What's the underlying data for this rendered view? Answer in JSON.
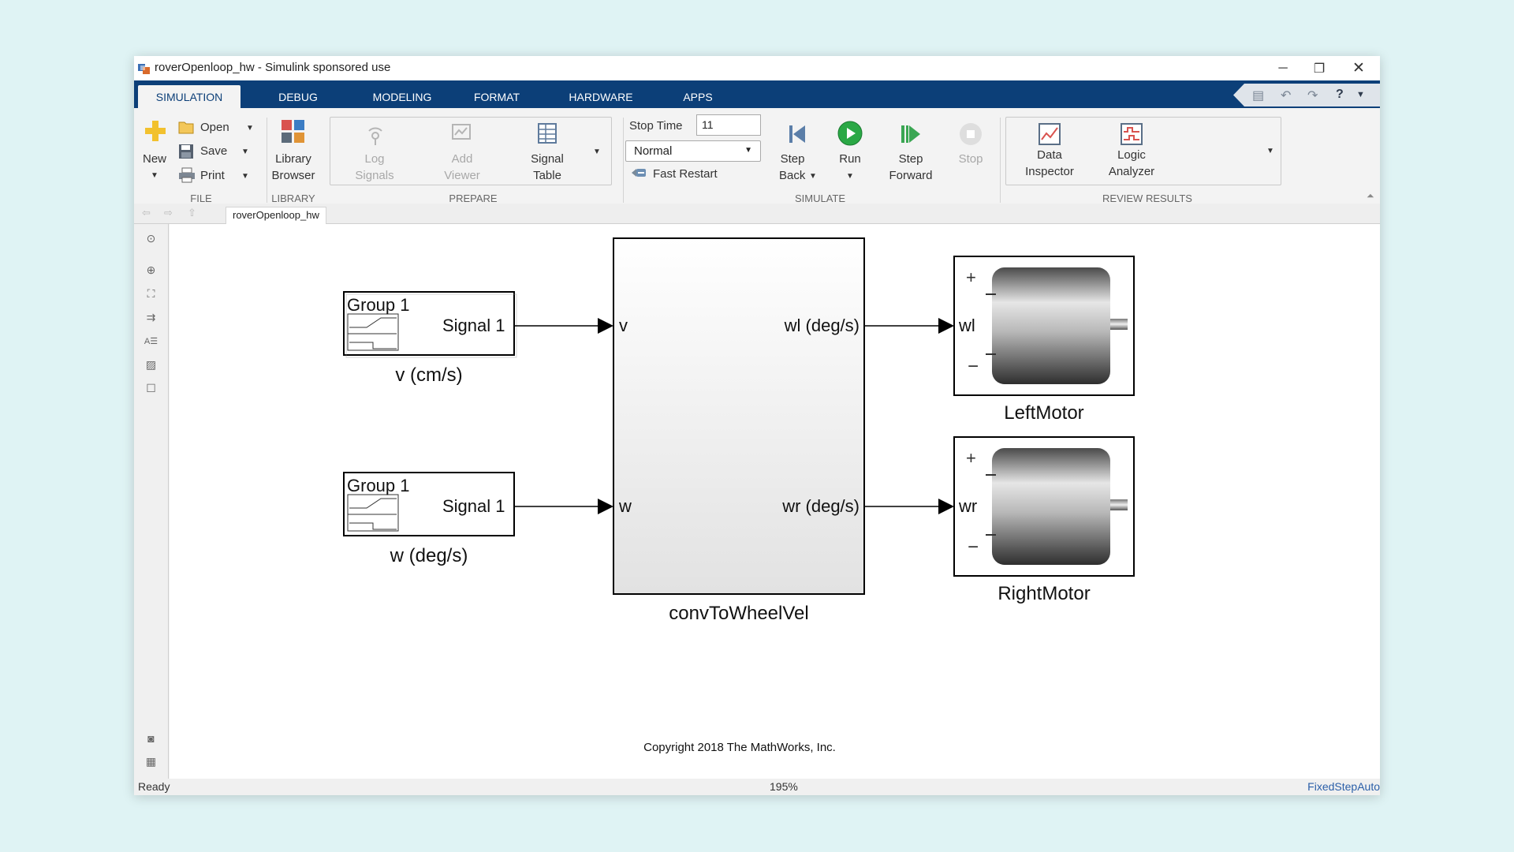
{
  "window": {
    "title": "roverOpenloop_hw - Simulink sponsored use",
    "controls": [
      "─",
      "❐",
      "✕"
    ]
  },
  "tabs": [
    "SIMULATION",
    "DEBUG",
    "MODELING",
    "FORMAT",
    "HARDWARE",
    "APPS"
  ],
  "ribbon": {
    "file": {
      "new": "New",
      "open": "Open",
      "save": "Save",
      "print": "Print",
      "label": "FILE"
    },
    "library": {
      "browser_line1": "Library",
      "browser_line2": "Browser",
      "label": "LIBRARY"
    },
    "prepare": {
      "log_line1": "Log",
      "log_line2": "Signals",
      "add_line1": "Add",
      "add_line2": "Viewer",
      "table_line1": "Signal",
      "table_line2": "Table",
      "label": "PREPARE"
    },
    "simulate": {
      "stop_time_label": "Stop Time",
      "stop_time_value": "11",
      "mode": "Normal",
      "fast_restart": "Fast Restart",
      "step_back_line1": "Step",
      "step_back_line2": "Back",
      "run": "Run",
      "step_fwd_line1": "Step",
      "step_fwd_line2": "Forward",
      "stop": "Stop",
      "label": "SIMULATE"
    },
    "review": {
      "data_line1": "Data",
      "data_line2": "Inspector",
      "logic_line1": "Logic",
      "logic_line2": "Analyzer",
      "label": "REVIEW RESULTS"
    }
  },
  "breadcrumb": "roverOpenloop_hw",
  "diagram": {
    "v_block": {
      "group": "Group 1",
      "signal": "Signal 1",
      "label": "v (cm/s)"
    },
    "w_block": {
      "group": "Group 1",
      "signal": "Signal 1",
      "label": "w (deg/s)"
    },
    "conv_block": {
      "in1": "v",
      "in2": "w",
      "out1": "wl (deg/s)",
      "out2": "wr (deg/s)",
      "label": "convToWheelVel"
    },
    "left_motor": {
      "port": "wl",
      "label": "LeftMotor"
    },
    "right_motor": {
      "port": "wr",
      "label": "RightMotor"
    },
    "copyright": "Copyright 2018 The MathWorks, Inc."
  },
  "status": {
    "left": "Ready",
    "zoom": "195%",
    "solver": "FixedStepAuto"
  }
}
